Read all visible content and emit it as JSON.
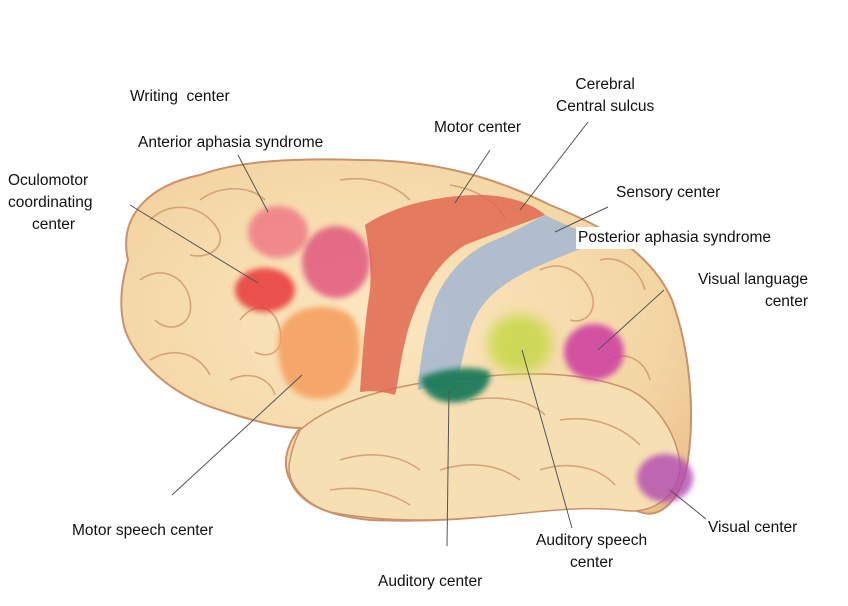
{
  "labels": {
    "writing_center": "Writing  center",
    "anterior_aphasia": "Anterior aphasia syndrome",
    "oculomotor": [
      "Oculomotor",
      "coordinating",
      "center"
    ],
    "motor_center": "Motor center",
    "cerebral_central_sulcus": [
      "Cerebral",
      "Central sulcus"
    ],
    "sensory_center": "Sensory center",
    "posterior_aphasia": "Posterior aphasia syndrome",
    "visual_language": [
      "Visual language",
      "center"
    ],
    "motor_speech": "Motor speech center",
    "auditory_speech": [
      "Auditory speech",
      "center"
    ],
    "visual_center": "Visual center",
    "auditory_center": "Auditory center"
  },
  "colors": {
    "brain_fill": "#f6dcae",
    "brain_outline": "#c9926a",
    "motor_strip": "#e06850",
    "sensory_strip": "#a9b9cf",
    "writing_area": "#f07a86",
    "oculomotor_area": "#e8383a",
    "motor_speech_area": "#f5a060",
    "anterior_aphasia_area": "#e0507a",
    "auditory_area": "#1f7a5a",
    "auditory_speech_area": "#c8d84a",
    "visual_language_area": "#cc3aa0",
    "visual_area": "#b04ab0",
    "leader_line": "#555555"
  }
}
